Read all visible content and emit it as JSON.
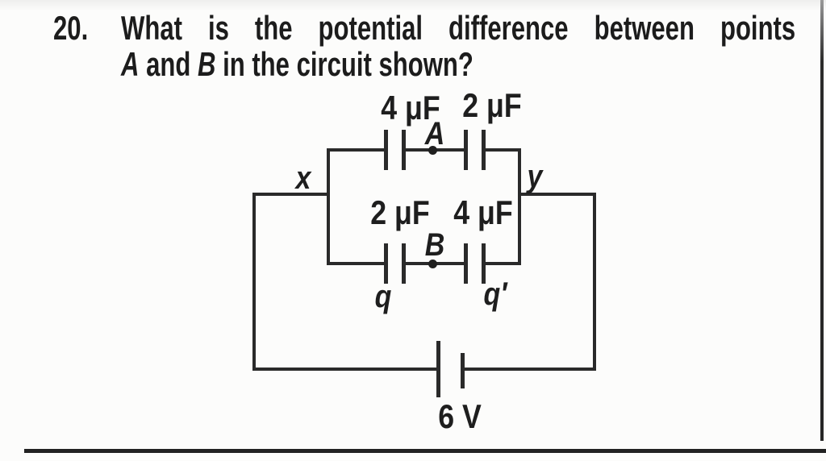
{
  "question": {
    "number": "20.",
    "line1": "What is the potential difference between points",
    "line2": {
      "a": "A",
      "and": " and ",
      "b": "B",
      "rest": " in the circuit shown?"
    }
  },
  "circuit": {
    "labels": {
      "cap_top_left": "4 μF",
      "cap_top_right": "2 μF",
      "node_a": "A",
      "terminal_left": "x",
      "terminal_right": "y",
      "cap_mid_left": "2 μF",
      "cap_mid_right": "4 μF",
      "node_b": "B",
      "charge_left": "q",
      "charge_right": "q′",
      "battery": "6 V"
    }
  },
  "colors": {
    "ink": "#1c1c1c",
    "wire": "#2a2a2a",
    "background": "#fcfcfb"
  }
}
